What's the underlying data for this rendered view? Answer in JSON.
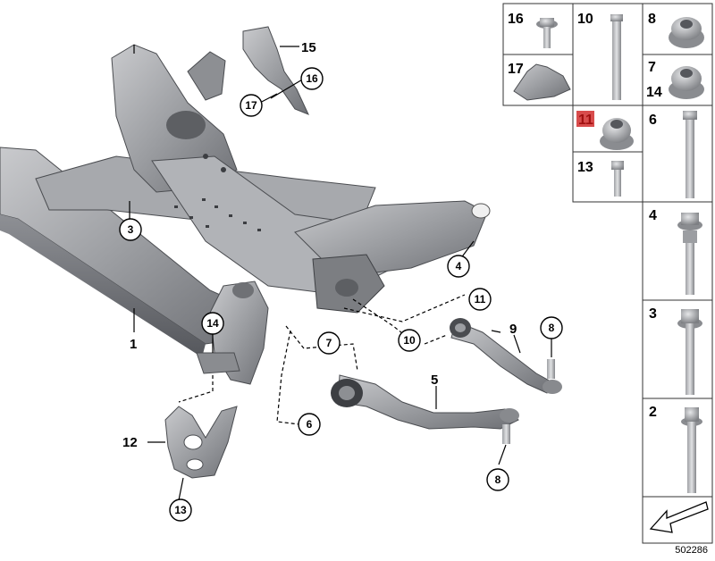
{
  "callouts": {
    "c1": "1",
    "c3": "3",
    "c4": "4",
    "c5": "5",
    "c6": "6",
    "c7": "7",
    "c8a": "8",
    "c8b": "8",
    "c9": "9",
    "c10": "10",
    "c11": "11",
    "c12": "12",
    "c13": "13",
    "c14": "14",
    "c15": "15",
    "c16": "16",
    "c17": "17"
  },
  "panel": {
    "p16": "16",
    "p10": "10",
    "p8": "8",
    "p17": "17",
    "p7": "7",
    "p14": "14",
    "p11": "11",
    "p6": "6",
    "p13": "13",
    "p4": "4",
    "p3": "3",
    "p2": "2"
  },
  "highlight_color": "#d84c4c",
  "reference": "502286"
}
